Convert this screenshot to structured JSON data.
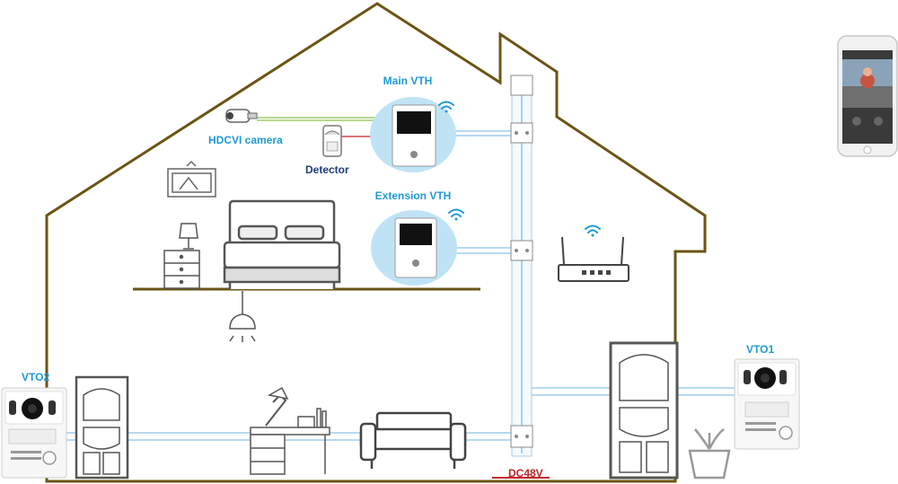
{
  "labels": {
    "main_vth": "Main VTH",
    "hdcvi_camera": "HDCVI camera",
    "detector": "Detector",
    "extension_vth": "Extension VTH",
    "vto1": "VTO1",
    "vto2": "VTO2",
    "dc48v": "DC48V"
  },
  "colors": {
    "house_outline": "#6b5414",
    "cable_blue": "#8cc4e6",
    "cable_green": "#8bc34a",
    "cable_red": "#c0252b",
    "label_blue": "#1e9ad6",
    "label_dark": "#1f3c78",
    "bubble": "#bfe3f5",
    "device_gray": "#555555"
  },
  "icons": [
    "wifi-icon",
    "smartphone-icon",
    "router-icon",
    "camera-icon",
    "detector-icon",
    "bed-icon",
    "lamp-icon",
    "door-icon",
    "sofa-icon",
    "plant-icon",
    "picture-frame-icon",
    "ceiling-light-icon",
    "desk-icon"
  ]
}
